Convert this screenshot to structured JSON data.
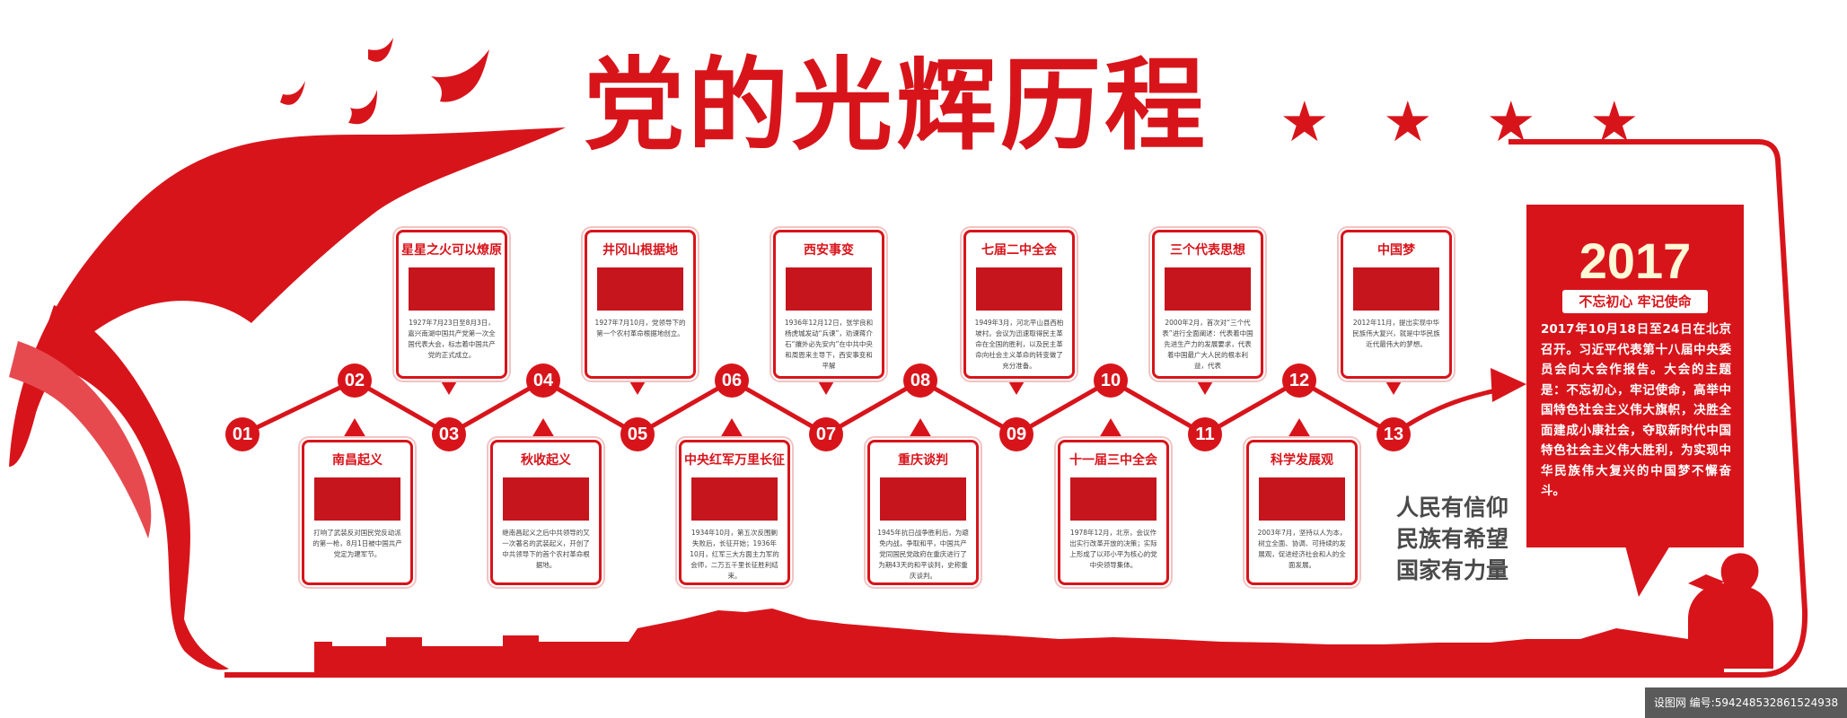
{
  "title": "党的光辉历程",
  "colors": {
    "accent": "#d8141b",
    "dark_text": "#4a4a4a",
    "image_block": "#c7151d"
  },
  "stars": [
    "★",
    "★",
    "★",
    "★"
  ],
  "nodes": [
    "01",
    "02",
    "03",
    "04",
    "05",
    "06",
    "07",
    "08",
    "09",
    "10",
    "11",
    "12",
    "13"
  ],
  "events_top": [
    {
      "title": "星星之火可以燎原",
      "text": "1927年7月23日至8月3日，嘉兴南湖中国共产党第一次全国代表大会，标志着中国共产党的正式成立。"
    },
    {
      "title": "井冈山根据地",
      "text": "1927年7月10月，党领导下的第一个农村革命根据地创立。"
    },
    {
      "title": "西安事变",
      "text": "1936年12月12日，张学良和杨虎城发动“兵谏”，劝谏蒋介石“攘外必先安内”在中共中央和周恩来主导下，西安事变和平解"
    },
    {
      "title": "七届二中全会",
      "text": "1949年3月，河北平山县西柏坡村。会议为迅速取得民主革命在全国的胜利，以及民主革命向社会主义革命的转变做了充分准备。"
    },
    {
      "title": "三个代表思想",
      "text": "2000年2月，首次对“三个代表”进行全面阐述：代表着中国先进生产力的发展要求，代表着中国最广大人民的根本利益，代表"
    },
    {
      "title": "中国梦",
      "text": "2012年11月，提出实现中华民族伟大复兴，就是中华民族近代最伟大的梦想。"
    }
  ],
  "events_bottom": [
    {
      "title": "南昌起义",
      "text": "打响了武装反对国民党反动派的第一枪，8月1日被中国共产党定为建军节。"
    },
    {
      "title": "秋收起义",
      "text": "继南昌起义之后中共领导的又一次著名的武装起义，开创了中共领导下的首个农村革命根据地。"
    },
    {
      "title": "中央红军万里长征",
      "text": "1934年10月，第五次反围剿失败后，长征开始；1936年10月，红军三大方面主力军的会师，二万五千里长征胜利结束。"
    },
    {
      "title": "重庆谈判",
      "text": "1945年抗日战争胜利后，为避免内战，争取和平，中国共产党同国民党政府在重庆进行了为期43天的和平谈判，史称重庆谈判。"
    },
    {
      "title": "十一届三中全会",
      "text": "1978年12月，北京，会议作出实行改革开放的决策；实际上形成了以邓小平为核心的党中央领导集体。"
    },
    {
      "title": "科学发展观",
      "text": "2003年7月，坚持以人为本，树立全面、协调、可持续的发展观，促进经济社会和人的全面发展。"
    }
  ],
  "side": {
    "year": "2017",
    "badge": "不忘初心 牢记使命",
    "text": "2017年10月18日至24日在北京召开。习近平代表第十八届中央委员会向大会作报告。大会的主题是：不忘初心，牢记使命，高举中国特色社会主义伟大旗帜，决胜全面建成小康社会，夺取新时代中国特色社会主义伟大胜利，为实现中华民族伟大复兴的中国梦不懈奋斗。"
  },
  "slogans": [
    "人民有信仰",
    "民族有希望",
    "国家有力量"
  ],
  "watermark": "设图网 编号:5942485328615249​38"
}
